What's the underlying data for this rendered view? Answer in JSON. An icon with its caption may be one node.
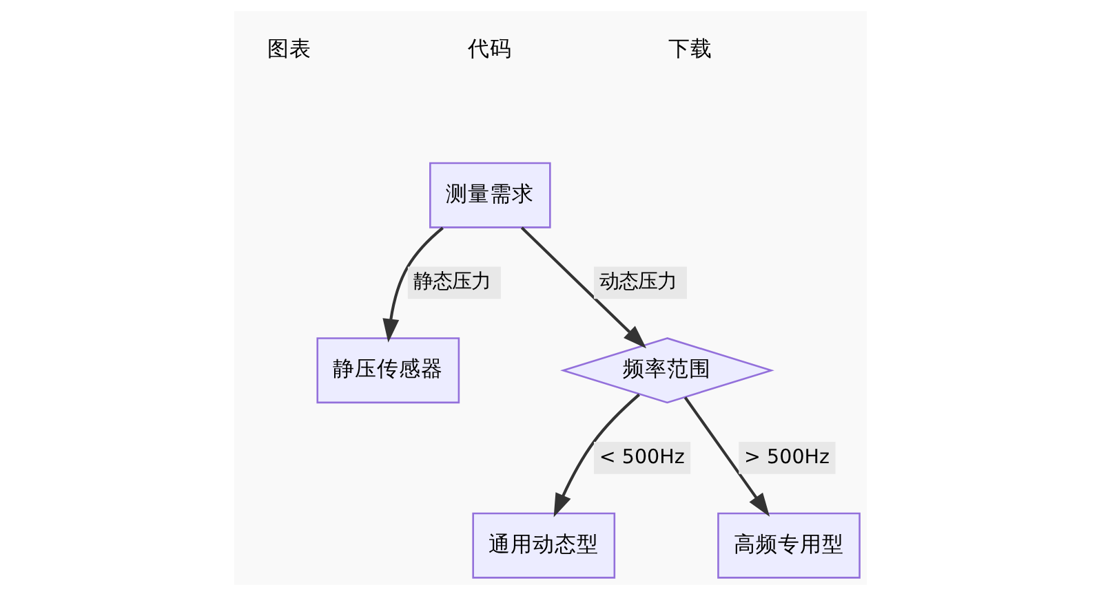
{
  "diagram": {
    "nodes": [
      {
        "text": [
          "测量需求"
        ]
      },
      {
        "text": [
          "静压传感器"
        ]
      },
      {
        "text": [
          "频率范围"
        ]
      },
      {
        "text": [
          "通用动态型"
        ]
      },
      {
        "text": [
          "高频专用型"
        ]
      }
    ],
    "edges": [
      {
        "from": 0,
        "to": 1,
        "arrow": "to",
        "label": "静态压力"
      },
      {
        "from": 0,
        "to": 2,
        "arrow": "to",
        "label": "动态压力"
      },
      {
        "from": 2,
        "to": 3,
        "arrow": "to",
        "label": "< 500Hz"
      },
      {
        "from": 2,
        "to": 4,
        "arrow": "to",
        "label": "> 500Hz"
      }
    ],
    "labels": [
      "图表",
      "代码",
      "下载"
    ]
  }
}
